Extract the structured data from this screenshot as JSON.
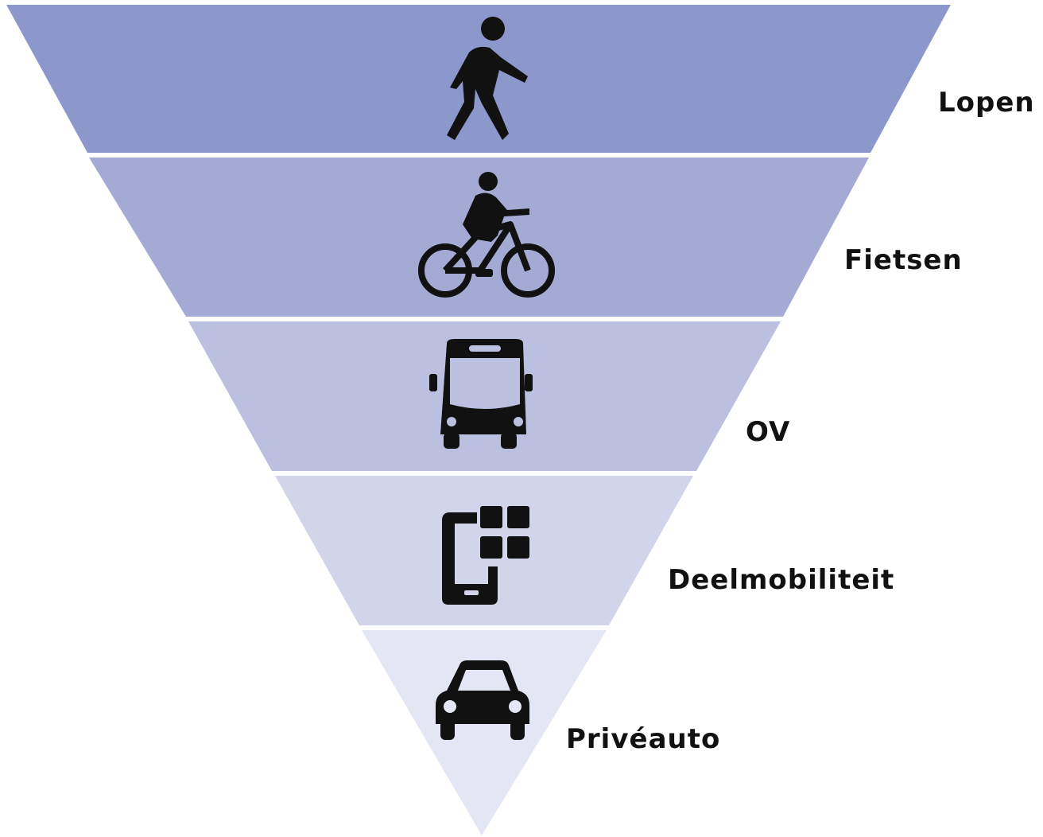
{
  "tiers": [
    {
      "label": "Lopen",
      "icon": "walking-person-icon",
      "color": "#8c97cb"
    },
    {
      "label": "Fietsen",
      "icon": "bicycle-icon",
      "color": "#a4aad4"
    },
    {
      "label": "OV",
      "icon": "bus-icon",
      "color": "#bbc0e0"
    },
    {
      "label": "Deelmobiliteit",
      "icon": "smartphone-apps-icon",
      "color": "#d2d5ea"
    },
    {
      "label": "Privéauto",
      "icon": "car-icon",
      "color": "#e4e6f3"
    }
  ]
}
